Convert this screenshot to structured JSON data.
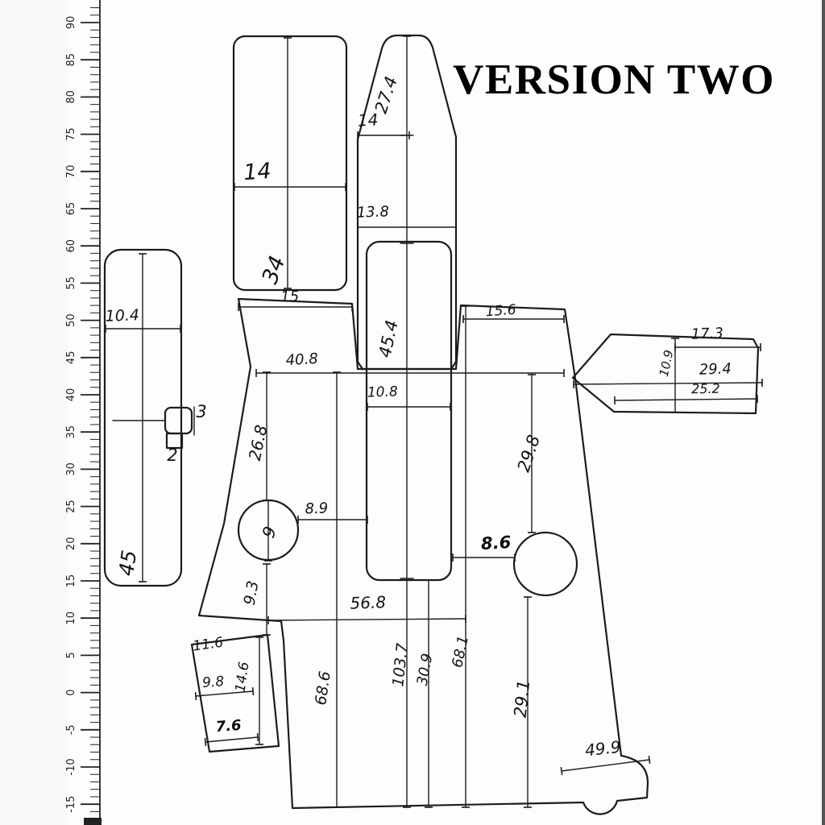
{
  "title": "VERSION TWO",
  "ruler": {
    "labels": [
      "90",
      "85",
      "80",
      "75",
      "70",
      "65",
      "60",
      "55",
      "50",
      "45",
      "40",
      "35",
      "30",
      "25",
      "20",
      "15",
      "10",
      "5",
      "0",
      "-5",
      "-10",
      "-15"
    ]
  },
  "ink_color": "#1c1c1c",
  "dims": {
    "rect_top_w": "14",
    "rect_top_h": "34",
    "rocket_h_top": "27.4",
    "rocket_w_top": "14",
    "rocket_w_mid": "13.8",
    "wing_left_w": "15",
    "center_pad_h": "45.4",
    "wing_right_w": "15.6",
    "left_rect_w": "10.4",
    "left_rect_h": "45",
    "body_w_top": "40.8",
    "right_piece_top": "17.3",
    "right_piece_h": "10.9",
    "right_piece_mid": "29.4",
    "right_piece_bottom": "25.2",
    "center_pad_w": "10.8",
    "detail_depth": "3",
    "detail_width": "2",
    "col_left_upper": "26.8",
    "col_right_upper": "29.8",
    "circle1_gap": "8.9",
    "circle1_d": "9",
    "circle2_gap": "8.6",
    "col_left_lower": "9.3",
    "body_w_mid": "56.8",
    "quad_top": "11.6",
    "quad_right_h": "14.6",
    "quad_mid_w": "9.8",
    "quad_bottom_w": "7.6",
    "col_68_6": "68.6",
    "col_103_7": "103.7",
    "col_30_9": "30.9",
    "col_68_1": "68.1",
    "col_29_1": "29.1",
    "body_w_bottom": "49.9"
  }
}
